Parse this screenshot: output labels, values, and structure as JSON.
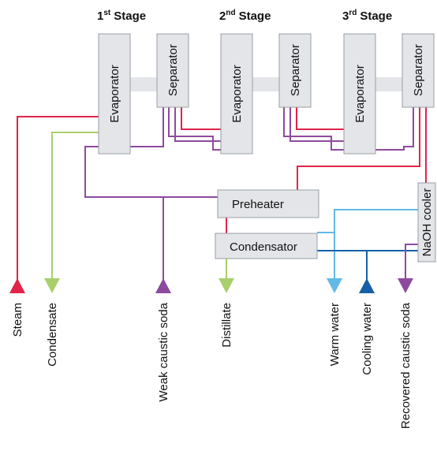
{
  "colors": {
    "red": "#e0244a",
    "purple": "#8e4a9e",
    "green": "#a9cf6c",
    "lightblue": "#62b9e6",
    "darkblue": "#1560a8"
  },
  "stages": [
    {
      "num": "1",
      "sup": "st",
      "word": "Stage"
    },
    {
      "num": "2",
      "sup": "nd",
      "word": "Stage"
    },
    {
      "num": "3",
      "sup": "rd",
      "word": "Stage"
    }
  ],
  "units": {
    "evaporator": "Evaporator",
    "separator": "Separator",
    "preheater": "Preheater",
    "condensator": "Condensator",
    "naoh_cooler": "NaOH cooler"
  },
  "outputs": {
    "steam": "Steam",
    "condensate": "Condensate",
    "weak_caustic_soda": "Weak caustic soda",
    "distillate": "Distillate",
    "warm_water": "Warm water",
    "cooling_water": "Cooling water",
    "recovered_caustic_soda": "Recovered caustic soda"
  }
}
